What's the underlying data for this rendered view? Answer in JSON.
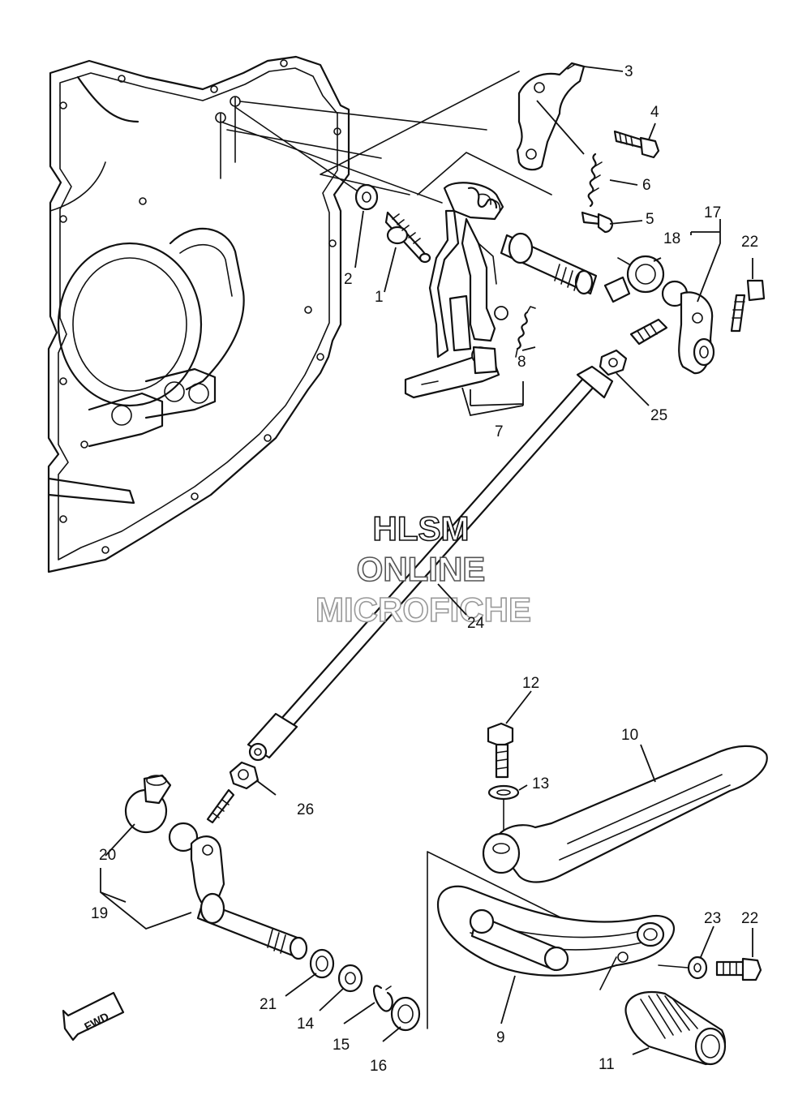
{
  "watermark": {
    "line1": "HLSM",
    "line2": "ONLINE",
    "line3": "MICROFICHE"
  },
  "direction_marker": "FWD",
  "callouts": {
    "p1": "1",
    "p2": "2",
    "p3": "3",
    "p4": "4",
    "p5": "5",
    "p6": "6",
    "p7": "7",
    "p8": "8",
    "p9": "9",
    "p10": "10",
    "p11": "11",
    "p12": "12",
    "p13": "13",
    "p14": "14",
    "p15": "15",
    "p16": "16",
    "p17": "17",
    "p18": "18",
    "p19": "19",
    "p20": "20",
    "p21": "21",
    "p22a": "22",
    "p22b": "22",
    "p23": "23",
    "p24": "24",
    "p25": "25",
    "p26": "26"
  }
}
